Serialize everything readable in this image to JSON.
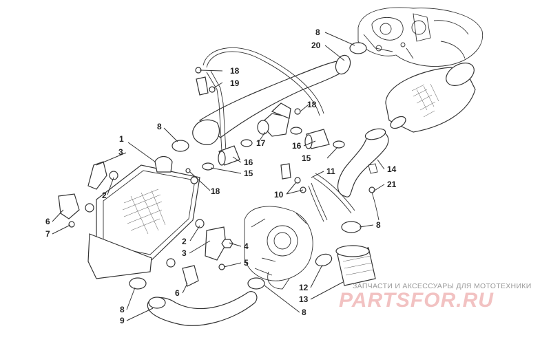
{
  "callouts": [
    {
      "id": "c1",
      "text": "1"
    },
    {
      "id": "c2a",
      "text": "2"
    },
    {
      "id": "c2b",
      "text": "2"
    },
    {
      "id": "c3a",
      "text": "3"
    },
    {
      "id": "c3b",
      "text": "3"
    },
    {
      "id": "c4",
      "text": "4"
    },
    {
      "id": "c5",
      "text": "5"
    },
    {
      "id": "c6a",
      "text": "6"
    },
    {
      "id": "c6b",
      "text": "6"
    },
    {
      "id": "c7",
      "text": "7"
    },
    {
      "id": "c8a",
      "text": "8"
    },
    {
      "id": "c8b",
      "text": "8"
    },
    {
      "id": "c8c",
      "text": "8"
    },
    {
      "id": "c8d",
      "text": "8"
    },
    {
      "id": "c8e",
      "text": "8"
    },
    {
      "id": "c9",
      "text": "9"
    },
    {
      "id": "c10",
      "text": "10"
    },
    {
      "id": "c11",
      "text": "11"
    },
    {
      "id": "c12",
      "text": "12"
    },
    {
      "id": "c13",
      "text": "13"
    },
    {
      "id": "c14",
      "text": "14"
    },
    {
      "id": "c15a",
      "text": "15"
    },
    {
      "id": "c15b",
      "text": "15"
    },
    {
      "id": "c16a",
      "text": "16"
    },
    {
      "id": "c16b",
      "text": "16"
    },
    {
      "id": "c17",
      "text": "17"
    },
    {
      "id": "c18a",
      "text": "18"
    },
    {
      "id": "c18b",
      "text": "18"
    },
    {
      "id": "c18c",
      "text": "18"
    },
    {
      "id": "c19",
      "text": "19"
    },
    {
      "id": "c20",
      "text": "20"
    },
    {
      "id": "c21",
      "text": "21"
    }
  ],
  "watermark": {
    "tagline": "ЗАПЧАСТИ И АКСЕССУАРЫ ДЛЯ МОТОТЕХНИКИ",
    "brand": "PARTSFOR.RU"
  },
  "colors": {
    "line": "#333333",
    "watermark_brand": "#f2c2c2",
    "watermark_tagline": "#9a9a9a"
  }
}
